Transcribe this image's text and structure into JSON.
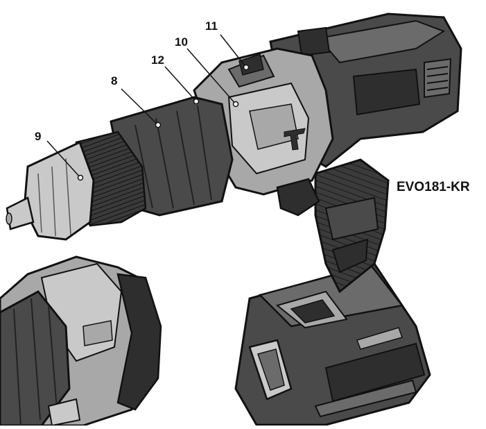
{
  "model_label": "EVO181-KR",
  "callouts": {
    "c8": "8",
    "c9": "9",
    "c10": "10",
    "c11": "11",
    "c12": "12"
  },
  "colors": {
    "dark_body": "#4a4a4a",
    "darker": "#2e2e2e",
    "mid_gray": "#6b6b6b",
    "light_gray": "#a8a8a8",
    "pale": "#c9c9c9",
    "outline": "#111111"
  }
}
